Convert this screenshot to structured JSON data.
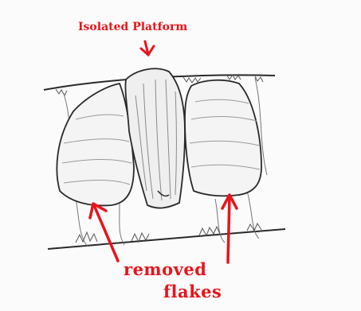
{
  "figure": {
    "top_label": "Isolated Platform",
    "bottom_label_line1": "removed",
    "bottom_label_line2": "flakes"
  },
  "colors": {
    "annotation": "#e8141b",
    "pencil": "#2a2a2a",
    "shading": "#8a8a8a",
    "background": "#fbfbfb"
  }
}
